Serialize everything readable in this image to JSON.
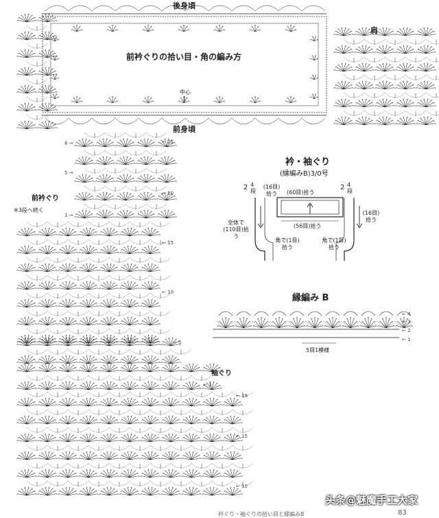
{
  "back_neck": "後身頃",
  "front_neck": "前身頃",
  "shoulder": "肩",
  "neck_title": "前衿ぐりの拾い目・角の編み方",
  "center": "中心",
  "front_neckline": "前衿ぐり",
  "continue_from": "※3段へ続く",
  "armhole": "袖ぐり",
  "collar_title": "衿・袖ぐり",
  "collar_sub": "(縁編みB)3/0号",
  "rows_left": "2",
  "rows_right": "2",
  "rows_frac": "4段",
  "pick_16_left": "(16目)拾う",
  "pick_60": "(60目)拾う",
  "pick_16_right": "(16目)拾う",
  "pick_56": "(56目)拾う",
  "pick_all": "全体で(110目)拾う",
  "corner_left": "角で(1目)拾う",
  "corner_right": "角で(1目)拾う",
  "edging_title": "縁編み B",
  "repeat": "5目1模様",
  "watermark": "头条@魅魔手工大家",
  "page_num": "83",
  "footnote": "衿ぐり・袖ぐりの拾い目と縁編みB",
  "top_right": "",
  "row_numbers_upper": [
    "25",
    "20",
    "15",
    "10",
    "5",
    "1"
  ],
  "row_numbers_upper_left": [
    "8",
    "5",
    "1"
  ],
  "row_numbers_lower": [
    "19",
    "15",
    "10"
  ],
  "edging_rows": [
    "4",
    "3",
    "2",
    "1"
  ],
  "colors": {
    "ink": "#222222",
    "paper": "#ffffff"
  },
  "icons": [
    "fan-stitch-icon",
    "chain-loop-icon",
    "arrow-icon"
  ]
}
